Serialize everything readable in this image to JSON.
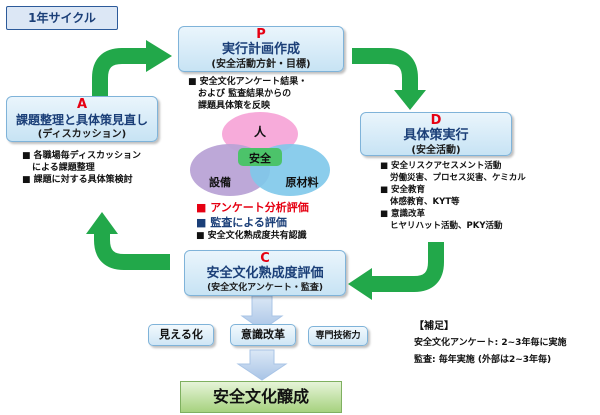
{
  "cycle_tag": "1年サイクル",
  "plan": {
    "letter": "P",
    "title": "実行計画作成",
    "sub": "(安全活動方針・目標)"
  },
  "plan_notes": [
    "■ 安全文化アンケート結果・",
    "および 監査結果からの",
    "課題具体策を反映"
  ],
  "venn": {
    "top": "人",
    "left": "設備",
    "right": "原材料",
    "center": "安全"
  },
  "eval_notes": {
    "survey": "■ アンケート分析評価",
    "audit": "■ 監査による評価",
    "share": "■ 安全文化熟成度共有認識"
  },
  "do": {
    "letter": "D",
    "title": "具体策実行",
    "sub": "(安全活動)"
  },
  "do_notes": [
    "■ 安全リスクアセスメント活動",
    "労働災害、プロセス災害、ケミカル",
    "■ 安全教育",
    "体感教育、KYT等",
    "■ 意識改革",
    "ヒヤリハット活動、PKY活動"
  ],
  "act": {
    "letter": "A",
    "title": "課題整理と具体策見直し",
    "sub": "(ディスカッション)"
  },
  "act_notes": [
    "■ 各職場毎ディスカッション",
    "による課題整理",
    "■ 課題に対する具体策検討"
  ],
  "check": {
    "letter": "C",
    "title": "安全文化熟成度評価",
    "sub": "(安全文化アンケート・監査)"
  },
  "tags": {
    "visible": "見える化",
    "mindset": "意識改革",
    "expertise": "専門技術力"
  },
  "final": "安全文化醸成",
  "supplement": {
    "heading": "【補足】",
    "survey": "安全文化アンケート: 2~3年毎に実施",
    "audit": "監査: 毎年実施 (外部は2~3年毎)"
  },
  "colors": {
    "arrow_green": "#22a84a",
    "accent_red": "#e60012",
    "accent_blue": "#1b3f78",
    "venn_pink": "#f7a6d8",
    "venn_purple": "#b9a3d6",
    "venn_blue": "#7ec8ea",
    "center_green": "#4cc36a"
  },
  "icons": {
    "cycle_arrows": "curved-arrow-icon",
    "flow_arrows": "down-arrow-icon"
  }
}
